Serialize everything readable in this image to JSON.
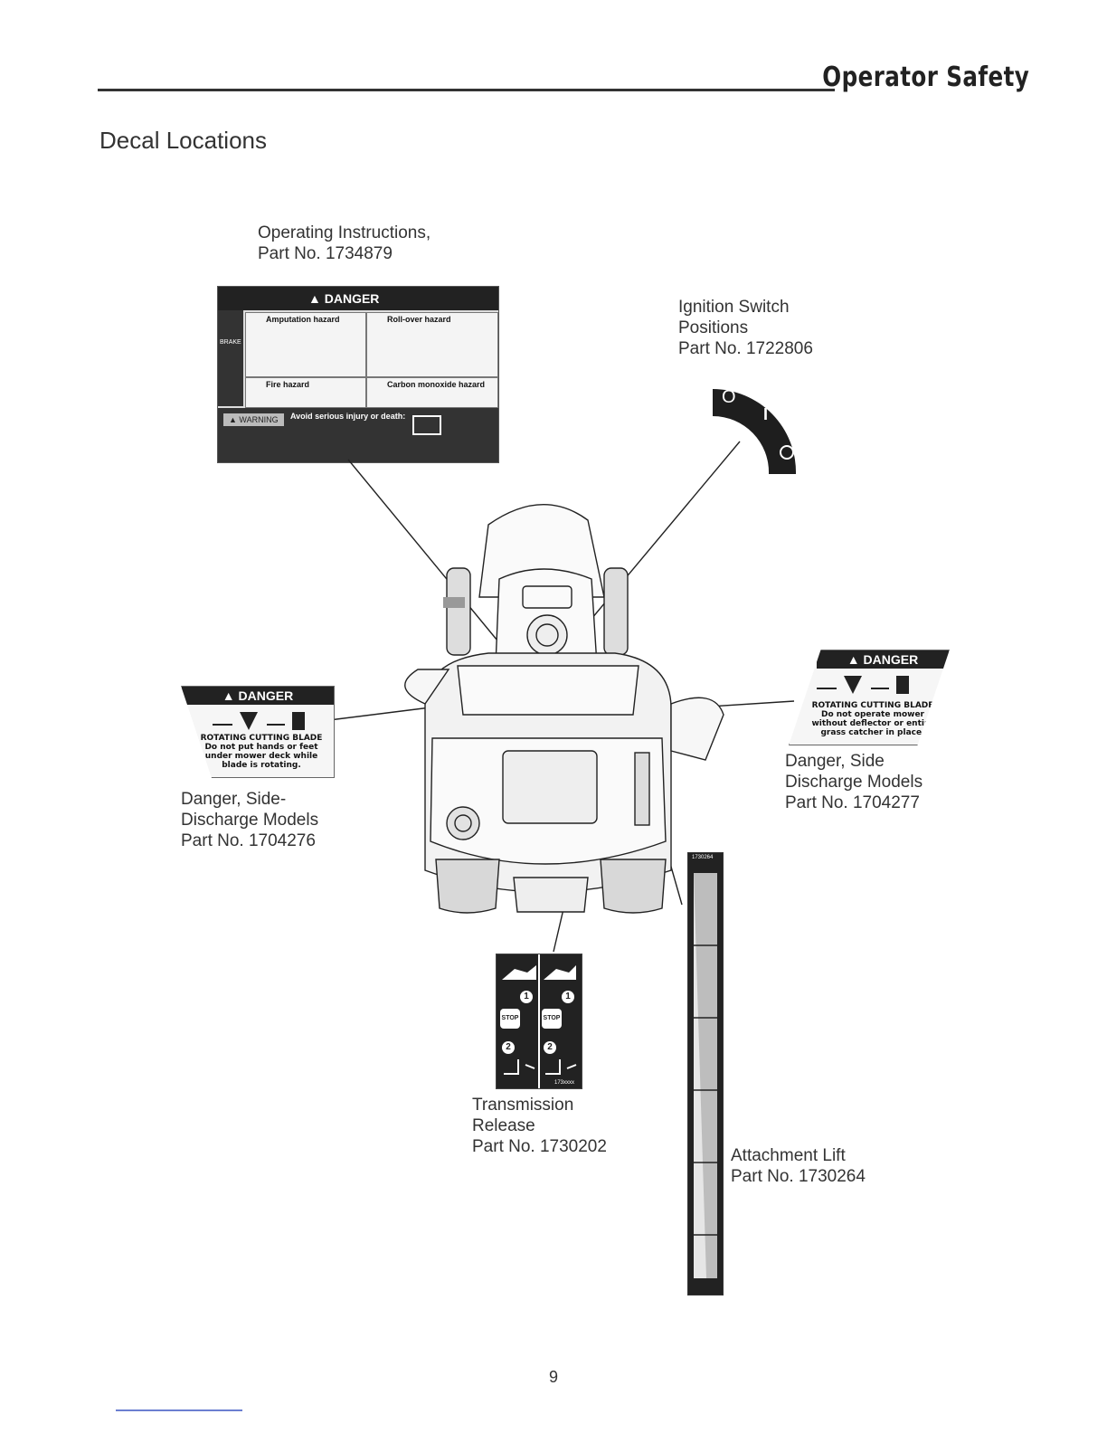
{
  "header": {
    "title": "Operator Safety"
  },
  "section_title": "Decal Locations",
  "decals": {
    "operating": {
      "label_line1": "Operating Instructions,",
      "label_line2": "Part No. 1734879",
      "danger": "DANGER",
      "amputation": "Amputation hazard",
      "rollover": "Roll-over hazard",
      "fire": "Fire hazard",
      "carbon": "Carbon monoxide hazard",
      "warning": "WARNING",
      "warning_head": "Avoid serious injury or death:",
      "brake": "BRAKE"
    },
    "ignition": {
      "label_line1": "Ignition Switch",
      "label_line2": "Positions",
      "label_line3": "Part No. 1722806",
      "pos_off": "O",
      "pos_on": "I"
    },
    "danger_left": {
      "label_line1": "Danger, Side-",
      "label_line2": "Discharge Models",
      "label_line3": "Part No. 1704276",
      "head": "DANGER",
      "text1": "ROTATING CUTTING BLADE",
      "text2": "Do not put hands or feet",
      "text3": "under mower deck while",
      "text4": "blade is rotating."
    },
    "danger_right": {
      "label_line1": "Danger, Side",
      "label_line2": "Discharge Models",
      "label_line3": "Part No. 1704277",
      "head": "DANGER",
      "text1": "ROTATING CUTTING BLADE",
      "text2": "Do not operate mower",
      "text3": "without deflector or entire",
      "text4": "grass catcher in place."
    },
    "transmission": {
      "label_line1": "Transmission",
      "label_line2": "Release",
      "label_line3": "Part No. 1730202",
      "stop": "STOP",
      "step1": "1",
      "step2": "2",
      "code": "173xxxx"
    },
    "attachment": {
      "label_line1": "Attachment Lift",
      "label_line2": "Part No. 1730264",
      "code": "1730264"
    }
  },
  "page_number": "9"
}
